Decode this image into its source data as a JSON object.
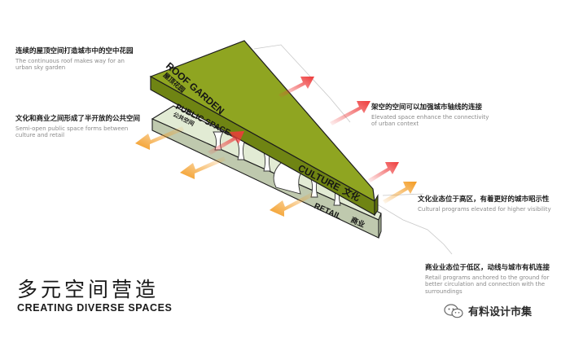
{
  "annotations": {
    "roof_garden": {
      "zh": "连续的屋顶空间打造城市中的空中花园",
      "en": "The continuous roof makes way for an urban sky garden"
    },
    "semi_open": {
      "zh": "文化和商业之间形成了半开放的公共空间",
      "en": "Semi-open public space forms between culture and retail"
    },
    "elevated": {
      "zh": "架空的空间可以加强城市轴线的连接",
      "en": "Elevated space enhance the connectivity of urban context"
    },
    "cultural": {
      "zh": "文化业态位于高区，有着更好的城市昭示性",
      "en": "Cultural programs elevated for higher visibility"
    },
    "retail": {
      "zh": "商业业态位于低区，动线与城市有机连接",
      "en": "Retail programs anchored to the ground for better circulation and connection with the surroundings"
    }
  },
  "diagram_labels": {
    "roof_en": "ROOF GARDEN",
    "roof_zh": "屋顶花园",
    "public_en": "PUBLIC SPACE",
    "public_zh": "公共空间",
    "culture_en": "CULTURE",
    "culture_zh": "文化",
    "retail_en": "RETAIL",
    "retail_zh": "商业"
  },
  "title": {
    "zh": "多元空间营造",
    "en": "CREATING DIVERSE SPACES"
  },
  "watermark": "有料设计市集",
  "colors": {
    "roof_top": "#8fa521",
    "roof_side": "#6f8413",
    "slab_top": "#e2ebd4",
    "slab_side": "#bfc9ae",
    "outline": "#1c1c1c",
    "arrow_red": "#ee3b3b",
    "arrow_orange": "#f39a1f",
    "public_red": "#e8453c"
  }
}
